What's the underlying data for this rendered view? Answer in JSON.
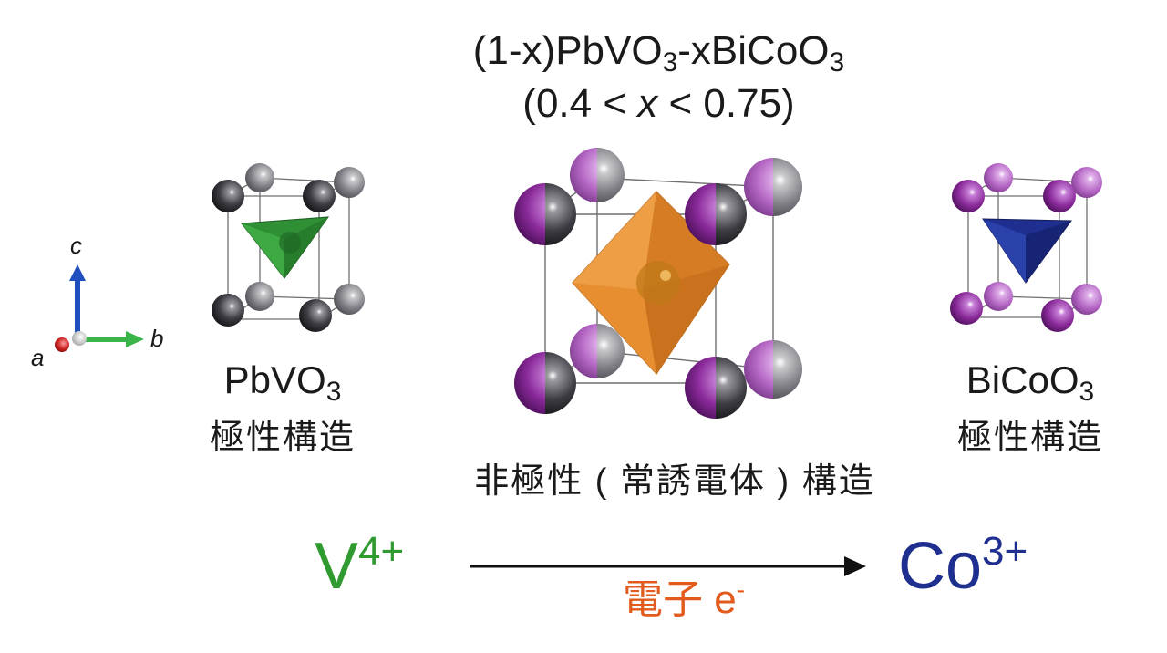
{
  "title": {
    "line1_main": "(1-x)PbVO",
    "line1_sub1": "3",
    "line1_mid": "-xBiCoO",
    "line1_sub2": "3",
    "line2_open": "(0.4 < ",
    "line2_var": "x",
    "line2_close": " < 0.75)"
  },
  "axes": {
    "c": "c",
    "b": "b",
    "a": "a"
  },
  "left_structure": {
    "name_main": "PbVO",
    "name_sub": "3",
    "description": "極性構造"
  },
  "center_structure": {
    "description": "非極性 ( 常誘電体 ) 構造"
  },
  "right_structure": {
    "name_main": "BiCoO",
    "name_sub": "3",
    "description": "極性構造"
  },
  "transfer": {
    "from_main": "V",
    "from_sup": "4+",
    "to_main": "Co",
    "to_sup": "3+",
    "label_main": "電子 e",
    "label_sup": "-"
  },
  "colors": {
    "vanadium": "#2f9a2f",
    "cobalt": "#1f2f8f",
    "electron": "#e25a1c",
    "lead_atom": "#3a3a3e",
    "bismuth_atom": "#8a2a9a",
    "octahedron": "#e08a2a"
  }
}
